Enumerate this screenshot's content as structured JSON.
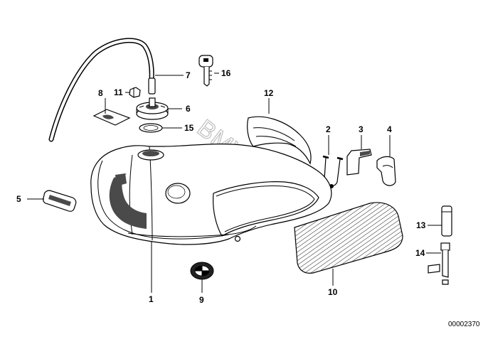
{
  "diagram": {
    "watermark": "BMWstore.lt",
    "code": "00002370",
    "callouts": [
      {
        "id": "c1",
        "number": "1",
        "part": "fuel-tank"
      },
      {
        "id": "c2",
        "number": "2",
        "part": "clip"
      },
      {
        "id": "c3",
        "number": "3",
        "part": "bracket"
      },
      {
        "id": "c4",
        "number": "4",
        "part": "rubber-cap"
      },
      {
        "id": "c5",
        "number": "5",
        "part": "knee-pad"
      },
      {
        "id": "c6",
        "number": "6",
        "part": "filler-cap"
      },
      {
        "id": "c7",
        "number": "7",
        "part": "breather-hose"
      },
      {
        "id": "c8",
        "number": "8",
        "part": "label-plate"
      },
      {
        "id": "c9",
        "number": "9",
        "part": "badge"
      },
      {
        "id": "c10",
        "number": "10",
        "part": "mat"
      },
      {
        "id": "c11",
        "number": "11",
        "part": "small-nut"
      },
      {
        "id": "c12",
        "number": "12",
        "part": "cover"
      },
      {
        "id": "c13",
        "number": "13",
        "part": "rubber-sleeve"
      },
      {
        "id": "c14",
        "number": "14",
        "part": "bolt"
      },
      {
        "id": "c15",
        "number": "15",
        "part": "gasket"
      },
      {
        "id": "c16",
        "number": "16",
        "part": "key"
      }
    ]
  }
}
